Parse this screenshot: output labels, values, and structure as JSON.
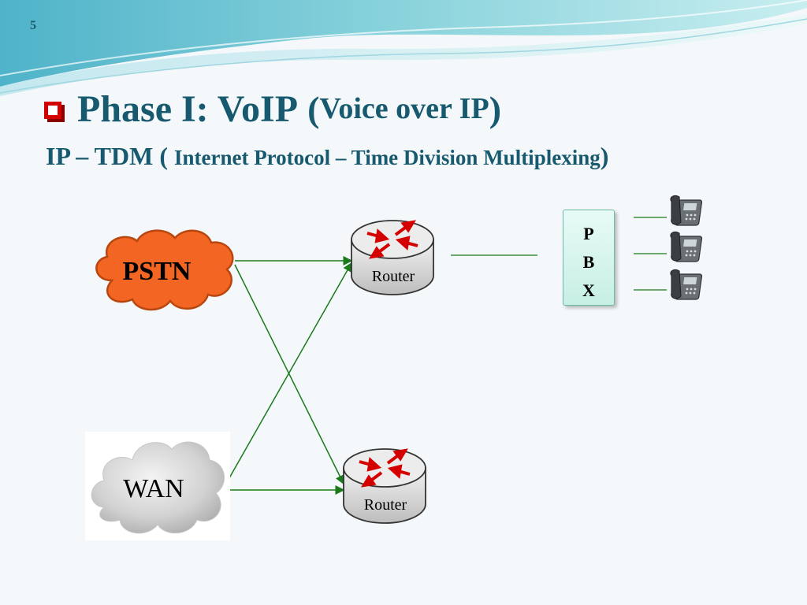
{
  "slide": {
    "number": "5",
    "title": "Phase I: VoIP",
    "title_paren_open": "(",
    "title_sub": "Voice over IP",
    "title_paren_close": ")",
    "subtitle_main": "IP – TDM ( ",
    "subtitle_detail": "Internet Protocol – Time Division Multiplexing",
    "subtitle_close": ")"
  },
  "diagram": {
    "pstn_label": "PSTN",
    "wan_label": "WAN",
    "router_top_label": "Router",
    "router_bottom_label": "Router",
    "pbx_letters": [
      "P",
      "B",
      "X"
    ]
  },
  "icons": {
    "bullet": "square-bullet-icon",
    "router": "router-icon",
    "phone": "ip-phone-icon",
    "pstn_cloud": "cloud-orange-icon",
    "wan_cloud": "cloud-grey-icon"
  },
  "colors": {
    "title": "#17596e",
    "bullet": "#d40000",
    "pstn_cloud": "#f26522",
    "link": "#1a7a1a",
    "pbx_border": "#6fb9a9"
  }
}
